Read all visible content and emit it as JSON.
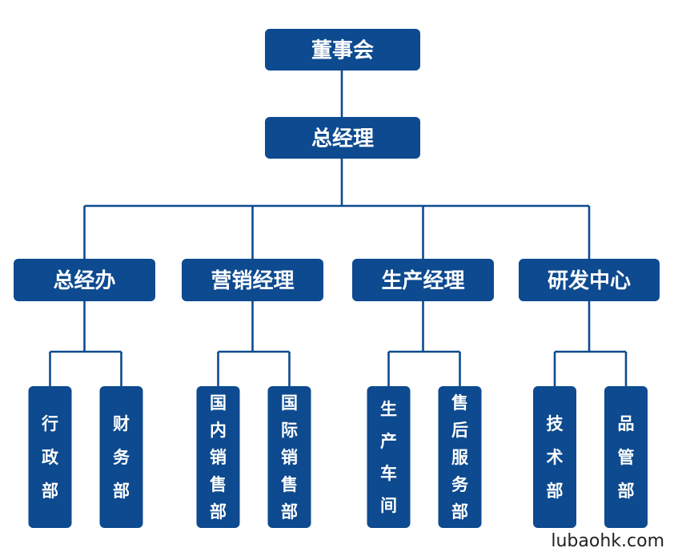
{
  "org_chart": {
    "root": {
      "label": "董事会"
    },
    "manager": {
      "label": "总经理"
    },
    "divisions": [
      {
        "label": "总经办",
        "departments": [
          {
            "label": "行政部"
          },
          {
            "label": "财务部"
          }
        ]
      },
      {
        "label": "营销经理",
        "departments": [
          {
            "label": "国内销售部"
          },
          {
            "label": "国际销售部"
          }
        ]
      },
      {
        "label": "生产经理",
        "departments": [
          {
            "label": "生产车间"
          },
          {
            "label": "售后服务部"
          }
        ]
      },
      {
        "label": "研发中心",
        "departments": [
          {
            "label": "技术部"
          },
          {
            "label": "品管部"
          }
        ]
      }
    ]
  },
  "watermark": "lubaohk.com",
  "colors": {
    "box": "#0d4a8f",
    "line": "#0d4a8f",
    "text": "#ffffff"
  }
}
